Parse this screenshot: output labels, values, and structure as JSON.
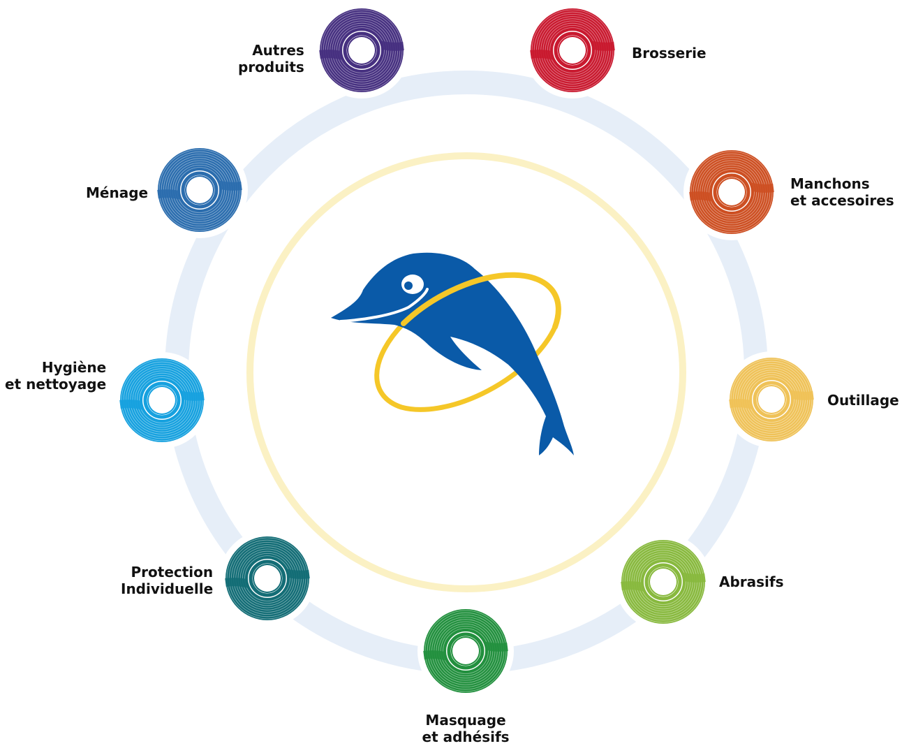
{
  "colors": {
    "outer_ring": "#e6eef8",
    "inner_ring": "#fbf1c4",
    "dolphin": "#0a5aa8",
    "hoop": "#f5c728"
  },
  "categories": [
    {
      "id": "autres-produits",
      "lines": [
        "Autres",
        "produits"
      ],
      "color": "#463080"
    },
    {
      "id": "brosserie",
      "lines": [
        "Brosserie"
      ],
      "color": "#c9192f"
    },
    {
      "id": "manchons",
      "lines": [
        "Manchons",
        "et accesoires"
      ],
      "color": "#cd4f22"
    },
    {
      "id": "outillage",
      "lines": [
        "Outillage"
      ],
      "color": "#efc258"
    },
    {
      "id": "abrasifs",
      "lines": [
        "Abrasifs"
      ],
      "color": "#88b93e"
    },
    {
      "id": "masquage",
      "lines": [
        "Masquage",
        "et adhésifs"
      ],
      "color": "#22903e"
    },
    {
      "id": "protection",
      "lines": [
        "Protection",
        "Individuelle"
      ],
      "color": "#136d76"
    },
    {
      "id": "hygiene",
      "lines": [
        "Hygiène",
        "et nettoyage"
      ],
      "color": "#16a1df"
    },
    {
      "id": "menage",
      "lines": [
        "Ménage"
      ],
      "color": "#2b6dae"
    }
  ]
}
